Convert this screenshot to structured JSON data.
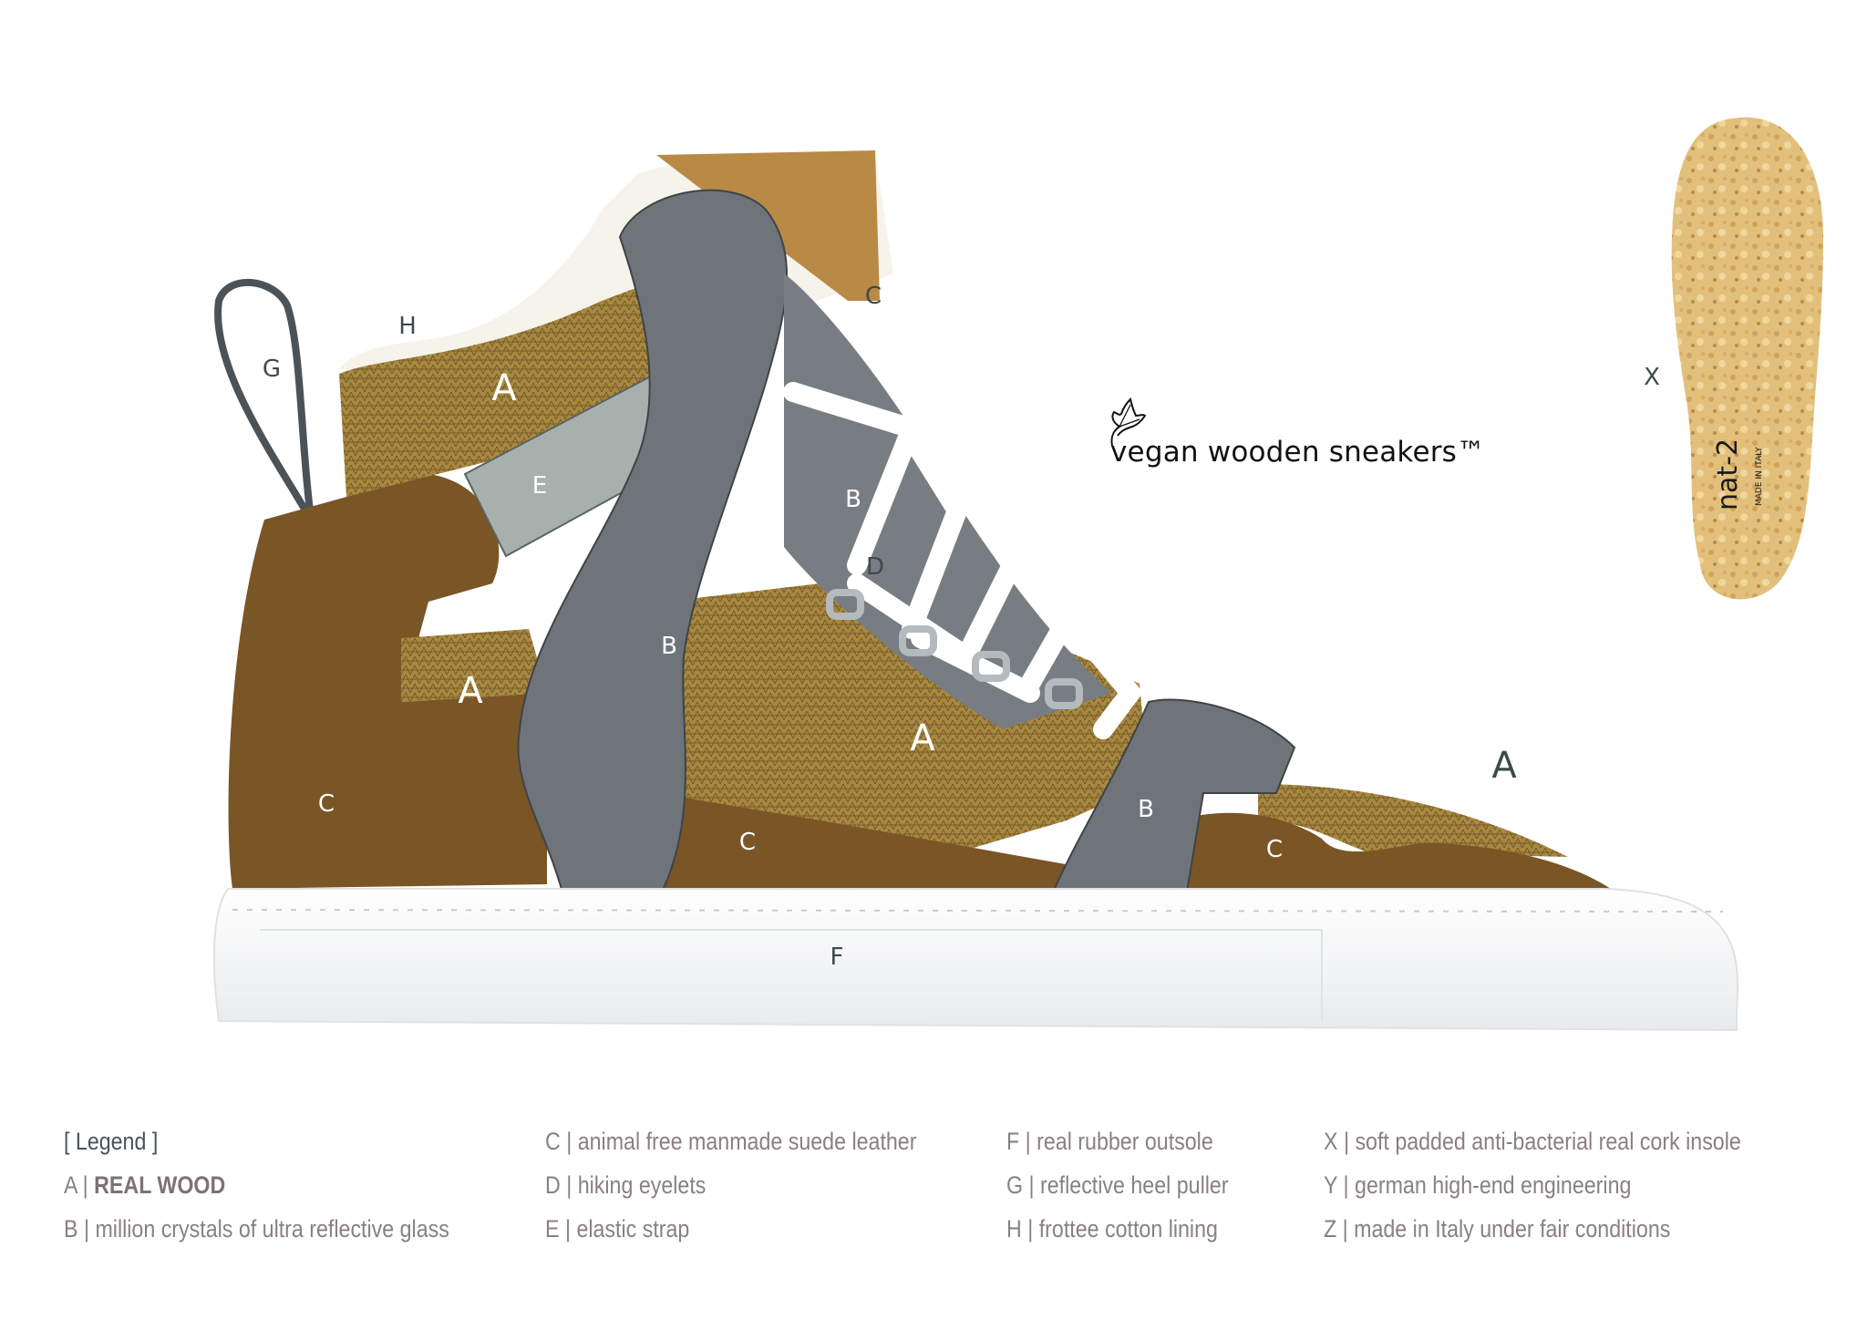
{
  "brand": {
    "logo_icon": "leaf-icon",
    "tagline": "vegan wooden sneakers™"
  },
  "insole": {
    "brand_mark": "nat-2",
    "made_in": "MADE IN ITALY"
  },
  "callouts": {
    "A1": "A",
    "A2": "A",
    "A3": "A",
    "A4": "A",
    "B1": "B",
    "B2": "B",
    "B3": "B",
    "C1": "C",
    "C2": "C",
    "C3": "C",
    "C4": "C",
    "D": "D",
    "E": "E",
    "F": "F",
    "G": "G",
    "H": "H",
    "X": "X"
  },
  "legend": {
    "title": "[ Legend ]",
    "columns": [
      [
        {
          "key": "A |",
          "text": "REAL WOOD",
          "emphasis": true
        },
        {
          "key": "B |",
          "text": "million crystals of ultra reflective glass"
        }
      ],
      [
        {
          "key": "C |",
          "text": "animal free manmade suede leather"
        },
        {
          "key": "D |",
          "text": "hiking eyelets"
        },
        {
          "key": "E |",
          "text": "elastic strap"
        }
      ],
      [
        {
          "key": "F |",
          "text": "real rubber outsole"
        },
        {
          "key": "G |",
          "text": "reflective heel puller"
        },
        {
          "key": "H |",
          "text": "frottee cotton lining"
        }
      ],
      [
        {
          "key": "X |",
          "text": "soft padded anti-bacterial real cork insole"
        },
        {
          "key": "Y |",
          "text": "german high-end engineering"
        },
        {
          "key": "Z |",
          "text": "made in Italy under fair conditions"
        }
      ]
    ]
  },
  "colors": {
    "wood": "#9a7a3a",
    "suede": "#7a5526",
    "reflective": "#6e7479",
    "elastic": "#a7b0ad",
    "sole": "#f1f3f4",
    "cork": "#e3c07a",
    "legend_text": "#8a7f80"
  }
}
